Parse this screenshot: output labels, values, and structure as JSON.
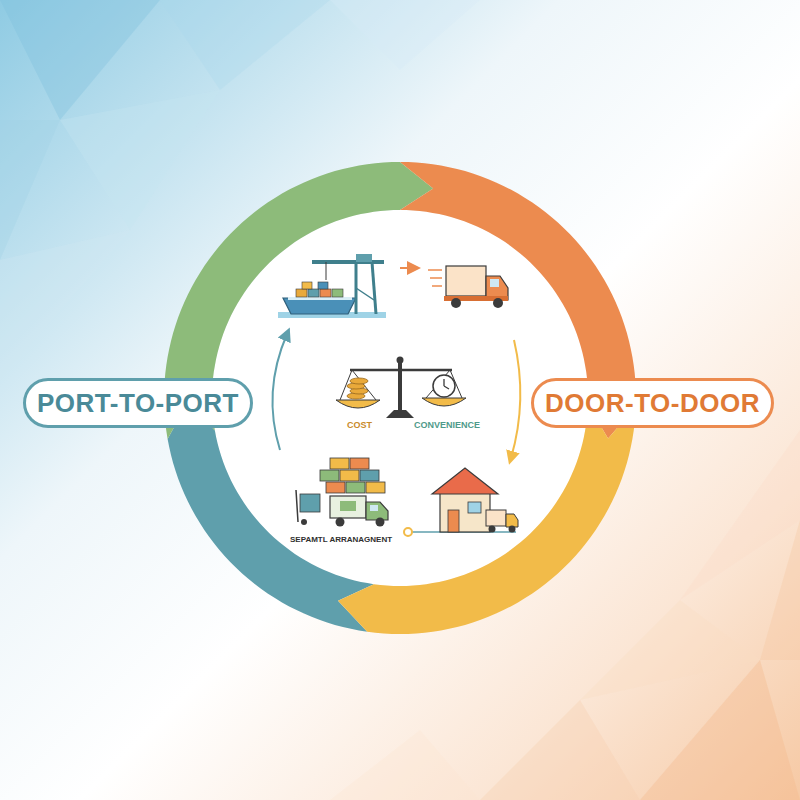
{
  "diagram": {
    "nodes": [
      {
        "text": [
          "PORT-TO-PORT"
        ]
      },
      {
        "text": [
          "DOOR-TO-DOOR"
        ]
      }
    ],
    "labels": [
      "COST",
      "CONVENIENCE",
      "SEPAMTL ARRANAGNENT"
    ]
  }
}
